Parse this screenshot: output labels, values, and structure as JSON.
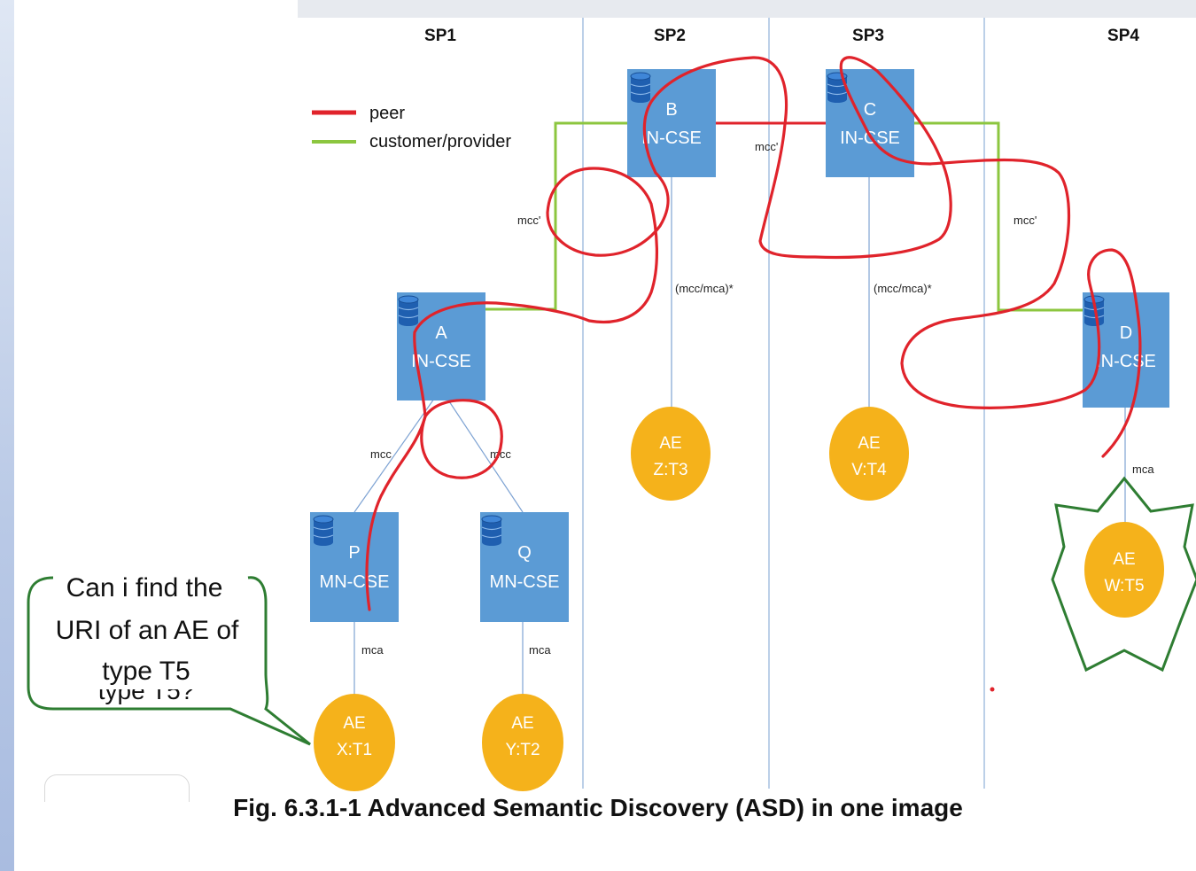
{
  "service_providers": [
    "SP1",
    "SP2",
    "SP3",
    "SP4"
  ],
  "legend": {
    "peer": "peer",
    "customer_provider": "customer/provider",
    "peer_color": "#e0232b",
    "customer_provider_color": "#8cc63f"
  },
  "nodes": {
    "B": {
      "letter": "B",
      "type": "IN-CSE"
    },
    "C": {
      "letter": "C",
      "type": "IN-CSE"
    },
    "A": {
      "letter": "A",
      "type": "IN-CSE"
    },
    "D": {
      "letter": "D",
      "type": "IN-CSE"
    },
    "P": {
      "letter": "P",
      "type": "MN-CSE"
    },
    "Q": {
      "letter": "Q",
      "type": "MN-CSE"
    }
  },
  "aes": {
    "z": {
      "line1": "AE",
      "line2": "Z:T3"
    },
    "v": {
      "line1": "AE",
      "line2": "V:T4"
    },
    "w": {
      "line1": "AE",
      "line2": "W:T5"
    },
    "x": {
      "line1": "AE",
      "line2": "X:T1"
    },
    "y": {
      "line1": "AE",
      "line2": "Y:T2"
    }
  },
  "link_labels": {
    "mcc_bc": "mcc'",
    "mcc_ab": "mcc'",
    "mcc_cd": "mcc'",
    "mcc_mca_b": "(mcc/mca)*",
    "mcc_mca_c": "(mcc/mca)*",
    "mcc_ap": "mcc",
    "mcc_aq": "mcc",
    "mca_p": "mca",
    "mca_q": "mca",
    "mca_d": "mca"
  },
  "callout": {
    "line1": "Can i find the",
    "line2": "URI of an AE of",
    "line3": "type T5",
    "shadow_text": "type T5?"
  },
  "colors": {
    "cse_box": "#5b9bd5",
    "ae_circle": "#f5b21b",
    "callout_border": "#2e7d32",
    "divider": "#8fb0d8"
  },
  "caption": "Fig. 6.3.1-1 Advanced Semantic Discovery (ASD) in one image"
}
